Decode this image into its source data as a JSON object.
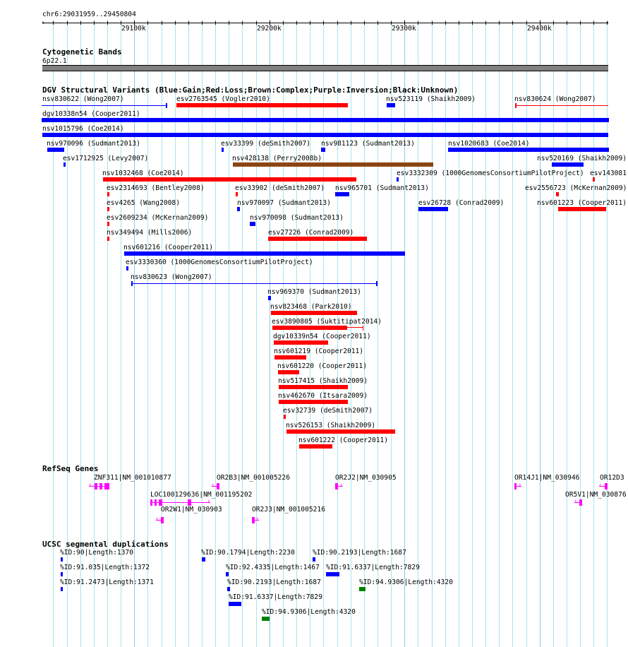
{
  "ruler": {
    "title": "chr6:29031959..29450804",
    "ticks": [
      "29100k",
      "29200k",
      "29300k",
      "29400k"
    ]
  },
  "cyto": {
    "title": "Cytogenetic Bands",
    "band": "6p22.1",
    "band_color": "#808080"
  },
  "dgv": {
    "title": "DGV Structural Variants (Blue:Gain;Red:Loss;Brown:Complex;Purple:Inversion;Black:Unknown)",
    "colors": {
      "gain": "#0000ff",
      "loss": "#ff0000",
      "complex": "#8b4513"
    },
    "features": [
      {
        "label": "nsv830622 (Wong2007)",
        "type": "gain"
      },
      {
        "label": "esv2763545 (Vogler2010)",
        "type": "loss"
      },
      {
        "label": "nsv523119 (Shaikh2009)",
        "type": "gain"
      },
      {
        "label": "nsv830624 (Wong2007)",
        "type": "loss"
      },
      {
        "label": "dgv10338n54 (Cooper2011)",
        "type": "gain"
      },
      {
        "label": "nsv1015796 (Coe2014)",
        "type": "gain"
      },
      {
        "label": "nsv970096 (Sudmant2013)",
        "type": "gain"
      },
      {
        "label": "esv33399 (deSmith2007)",
        "type": "gain"
      },
      {
        "label": "nsv981123 (Sudmant2013)",
        "type": "gain"
      },
      {
        "label": "nsv1020683 (Coe2014)",
        "type": "gain"
      },
      {
        "label": "esv1712925 (Levy2007)",
        "type": "gain"
      },
      {
        "label": "nsv428138 (Perry2008b)",
        "type": "complex"
      },
      {
        "label": "nsv520169 (Shaikh2009)",
        "type": "gain"
      },
      {
        "label": "nsv1032468 (Coe2014)",
        "type": "loss"
      },
      {
        "label": "esv3332309 (1000GenomesConsortiumPilotProject)",
        "type": "gain"
      },
      {
        "label": "esv143081",
        "type": "loss"
      },
      {
        "label": "esv2314693 (Bentley2008)",
        "type": "loss"
      },
      {
        "label": "esv33902 (deSmith2007)",
        "type": "loss"
      },
      {
        "label": "nsv965701 (Sudmant2013)",
        "type": "gain"
      },
      {
        "label": "esv2556723 (McKernan2009)",
        "type": "loss"
      },
      {
        "label": "esv4265 (Wang2008)",
        "type": "loss"
      },
      {
        "label": "nsv970097 (Sudmant2013)",
        "type": "gain"
      },
      {
        "label": "esv26728 (Conrad2009)",
        "type": "gain"
      },
      {
        "label": "nsv601223 (Cooper2011)",
        "type": "loss"
      },
      {
        "label": "esv2609234 (McKernan2009)",
        "type": "loss"
      },
      {
        "label": "nsv970098 (Sudmant2013)",
        "type": "gain"
      },
      {
        "label": "nsv349494 (Mills2006)",
        "type": "loss"
      },
      {
        "label": "esv27226 (Conrad2009)",
        "type": "loss"
      },
      {
        "label": "nsv601216 (Cooper2011)",
        "type": "gain"
      },
      {
        "label": "esv3330360 (1000GenomesConsortiumPilotProject)",
        "type": "gain"
      },
      {
        "label": "nsv830623 (Wong2007)",
        "type": "gain"
      },
      {
        "label": "nsv969370 (Sudmant2013)",
        "type": "gain"
      },
      {
        "label": "nsv823468 (Park2010)",
        "type": "loss"
      },
      {
        "label": "esv3890805 (Suktitipat2014)",
        "type": "loss"
      },
      {
        "label": "dgv10339n54 (Cooper2011)",
        "type": "loss"
      },
      {
        "label": "nsv601219 (Cooper2011)",
        "type": "loss"
      },
      {
        "label": "nsv601220 (Cooper2011)",
        "type": "loss"
      },
      {
        "label": "nsv517415 (Shaikh2009)",
        "type": "loss"
      },
      {
        "label": "nsv462670 (Itsara2009)",
        "type": "loss"
      },
      {
        "label": "esv32739 (deSmith2007)",
        "type": "loss"
      },
      {
        "label": "nsv526153 (Shaikh2009)",
        "type": "loss"
      },
      {
        "label": "nsv601222 (Cooper2011)",
        "type": "loss"
      }
    ]
  },
  "genes": {
    "title": "RefSeq Genes",
    "color": "#ff00ff",
    "features": [
      {
        "label": "ZNF311|NM_001010877",
        "strand": "-"
      },
      {
        "label": "OR2B3|NM_001005226",
        "strand": "-"
      },
      {
        "label": "OR2J2|NM_030905",
        "strand": "+"
      },
      {
        "label": "OR14J1|NM_030946",
        "strand": "+"
      },
      {
        "label": "OR12D3",
        "strand": "-"
      },
      {
        "label": "LOC100129636|NM_001195202",
        "strand": "+"
      },
      {
        "label": "OR5V1|NM_030876",
        "strand": "-"
      },
      {
        "label": "OR2W1|NM_030903",
        "strand": "-"
      },
      {
        "label": "OR2J3|NM_001005216",
        "strand": "+"
      }
    ]
  },
  "segdups": {
    "title": "UCSC segmental duplications",
    "colors": {
      "blue": "#0000ff",
      "green": "#008000"
    },
    "features": [
      {
        "label": "%ID:90|Length:1370",
        "color": "blue"
      },
      {
        "label": "%ID:90.1794|Length:2230",
        "color": "blue"
      },
      {
        "label": "%ID:90.2193|Length:1687",
        "color": "blue"
      },
      {
        "label": "%ID:91.035|Length:1372",
        "color": "blue"
      },
      {
        "label": "%ID:92.4335|Length:1467",
        "color": "blue"
      },
      {
        "label": "%ID:91.6337|Length:7829",
        "color": "blue"
      },
      {
        "label": "%ID:91.2473|Length:1371",
        "color": "blue"
      },
      {
        "label": "%ID:90.2193|Length:1687",
        "color": "blue"
      },
      {
        "label": "%ID:94.9306|Length:4320",
        "color": "green"
      },
      {
        "label": "%ID:91.6337|Length:7829",
        "color": "blue"
      },
      {
        "label": "%ID:94.9306|Length:4320",
        "color": "green"
      }
    ]
  }
}
